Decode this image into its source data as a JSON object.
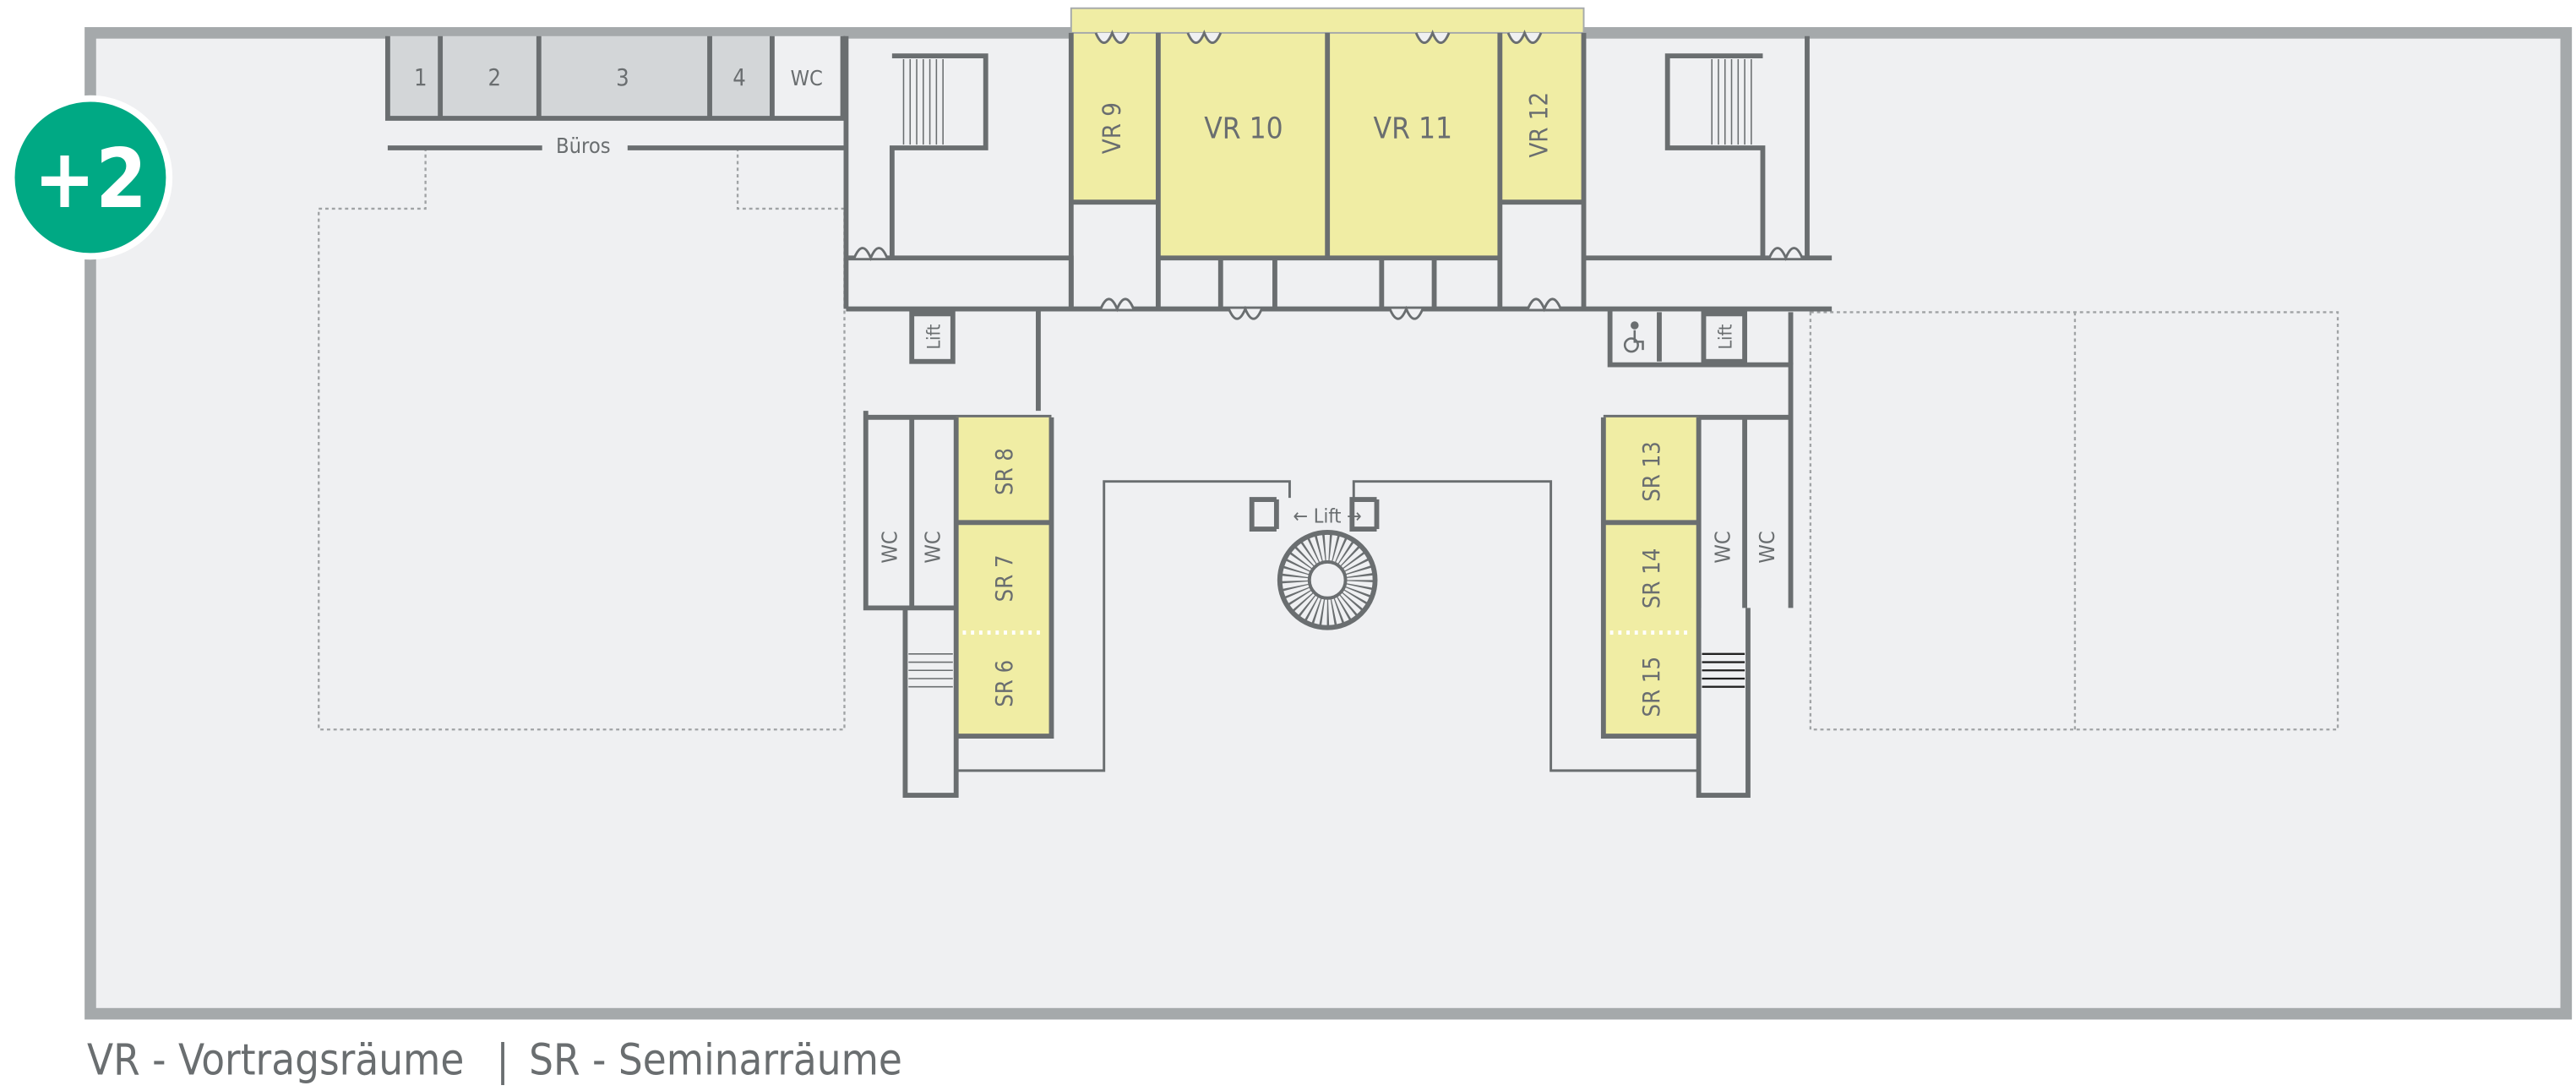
{
  "floor_badge": "+2",
  "colors": {
    "accent": "#00a984",
    "lecture_room": "#f0eda4",
    "office": "#d3d6d8",
    "wall": "#6a6e70",
    "frame": "#a5a9ab",
    "floor": "#eff0f2"
  },
  "offices": {
    "rooms": [
      "1",
      "2",
      "3",
      "4"
    ],
    "wc": "WC",
    "group_label": "Büros"
  },
  "lecture_rooms": [
    "VR 9",
    "VR 10",
    "VR 11",
    "VR 12"
  ],
  "seminar_rooms": [
    "SR 6",
    "SR 7",
    "SR 8",
    "SR 13",
    "SR 14",
    "SR 15"
  ],
  "wc_label": "WC",
  "lift_label": "Lift",
  "central_lift": "← Lift →",
  "legend": {
    "vr": "VR - Vortragsräume",
    "separator": "|",
    "sr": "SR - Seminarräume"
  }
}
